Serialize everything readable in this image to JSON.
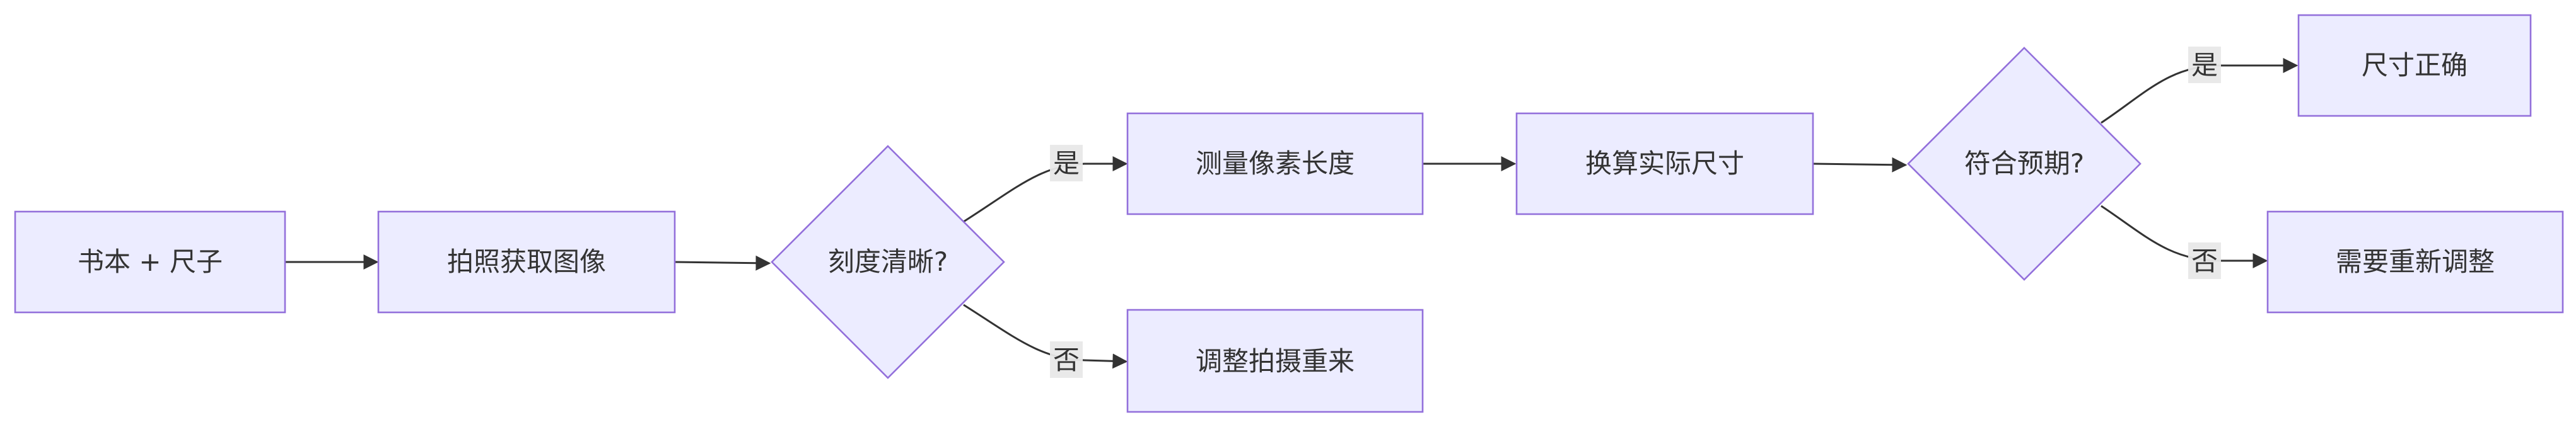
{
  "diagram": {
    "type": "flowchart",
    "direction": "left-to-right",
    "colors": {
      "node_fill": "#ECECFF",
      "node_stroke": "#9370DB",
      "edge": "#333333",
      "text": "#333333",
      "edge_label_bg": "#e8e8e8"
    },
    "nodes": {
      "book_ruler": {
        "label": "书本 + 尺子",
        "shape": "rect"
      },
      "photo": {
        "label": "拍照获取图像",
        "shape": "rect"
      },
      "scale_clear": {
        "label": "刻度清晰?",
        "shape": "diamond"
      },
      "measure_pixels": {
        "label": "测量像素长度",
        "shape": "rect"
      },
      "adjust_shoot": {
        "label": "调整拍摄重来",
        "shape": "rect"
      },
      "convert_size": {
        "label": "换算实际尺寸",
        "shape": "rect"
      },
      "as_expected": {
        "label": "符合预期?",
        "shape": "diamond"
      },
      "size_correct": {
        "label": "尺寸正确",
        "shape": "rect"
      },
      "readjust": {
        "label": "需要重新调整",
        "shape": "rect"
      }
    },
    "edges": {
      "book_to_photo": {
        "from": "book_ruler",
        "to": "photo",
        "label": ""
      },
      "photo_to_clear": {
        "from": "photo",
        "to": "scale_clear",
        "label": ""
      },
      "clear_yes": {
        "from": "scale_clear",
        "to": "measure_pixels",
        "label": "是"
      },
      "clear_no": {
        "from": "scale_clear",
        "to": "adjust_shoot",
        "label": "否"
      },
      "measure_to_convert": {
        "from": "measure_pixels",
        "to": "convert_size",
        "label": ""
      },
      "convert_to_expected": {
        "from": "convert_size",
        "to": "as_expected",
        "label": ""
      },
      "expected_yes": {
        "from": "as_expected",
        "to": "size_correct",
        "label": "是"
      },
      "expected_no": {
        "from": "as_expected",
        "to": "readjust",
        "label": "否"
      }
    }
  }
}
